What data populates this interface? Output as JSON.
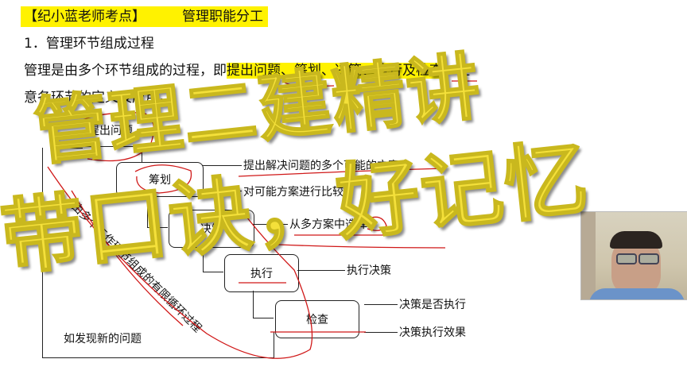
{
  "header": {
    "tag": "【纪小蓝老师考点】",
    "topic": "管理职能分工"
  },
  "section": {
    "heading": "1．管理环节组成过程",
    "sentence_prefix": "管理是由多个环节组成的过程，即",
    "sentence_highlight": "提出问题、筹划、决策、执行及检查",
    "sentence_suffix": "。注",
    "sentence_line2": "意各环节的定义及应用。"
  },
  "diagram": {
    "steps": [
      {
        "label": "提出问题"
      },
      {
        "label": "筹划"
      },
      {
        "label": "决策"
      },
      {
        "label": "执行"
      },
      {
        "label": "检查"
      }
    ],
    "annotations": {
      "plan_a": "提出解决问题的多个可能的方案",
      "plan_b": "对可能方案进行比较",
      "decide": "从多方案中选择",
      "execute": "执行决策",
      "check_a": "决策是否执行",
      "check_b": "决策执行效果"
    },
    "loop_text": "如发现新的问题",
    "diagonal_text": "由多个工作环节组成的有限循环过程"
  },
  "overlay": {
    "line1": "管理二建精讲",
    "line2": "带口诀，好记忆",
    "color": "#f4e03a"
  },
  "colors": {
    "highlight": "#fff200",
    "pen": "#d01818"
  },
  "webcam": {
    "label": "presenter-video"
  }
}
